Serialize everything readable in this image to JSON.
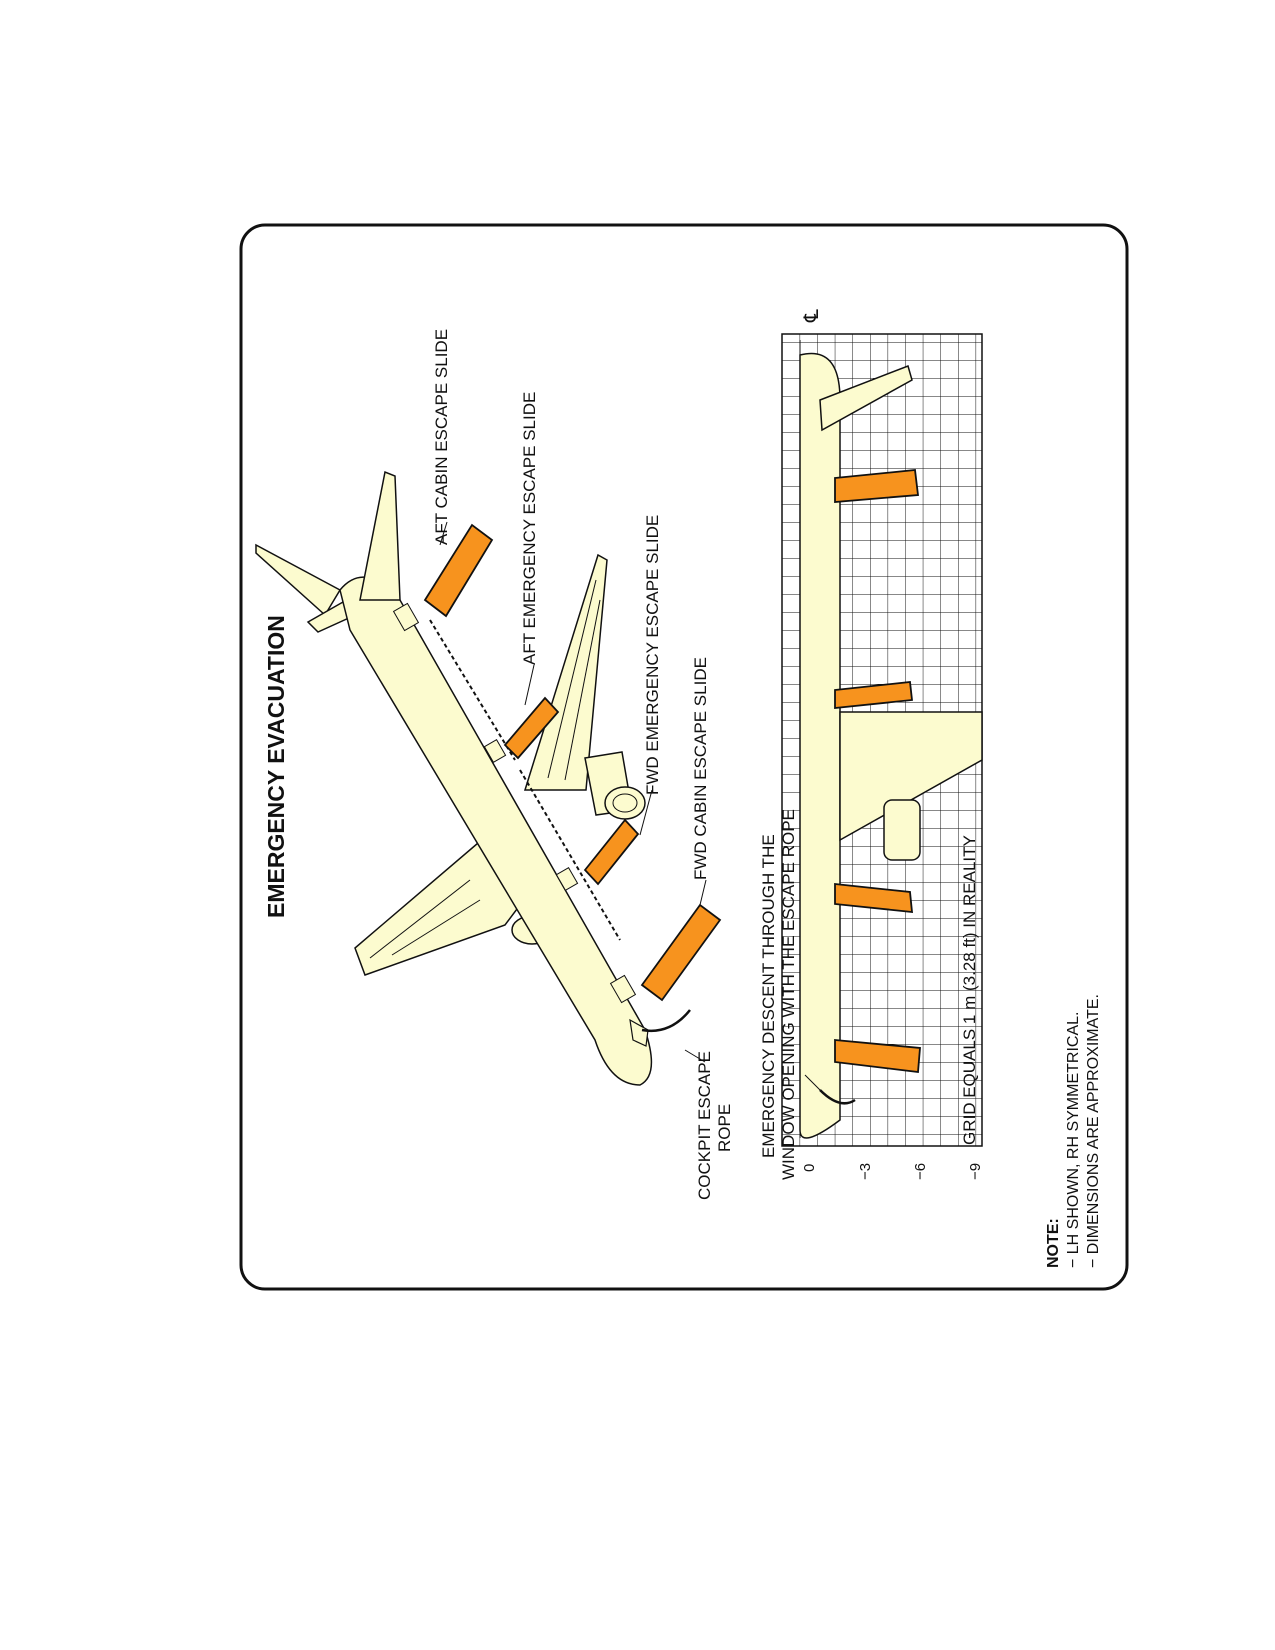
{
  "figure": {
    "title": "EMERGENCY EVACUATION",
    "labels": {
      "aft_cabin_slide": "AFT CABIN ESCAPE SLIDE",
      "aft_emergency_slide": "AFT EMERGENCY ESCAPE SLIDE",
      "fwd_emergency_slide": "FWD EMERGENCY ESCAPE SLIDE",
      "fwd_cabin_slide": "FWD CABIN ESCAPE SLIDE",
      "cockpit_rope_line1": "COCKPIT ESCAPE",
      "cockpit_rope_line2": "ROPE",
      "window_descent_line1": "EMERGENCY DESCENT THROUGH THE",
      "window_descent_line2": "WINDOW OPENING WITH THE ESCAPE ROPE",
      "grid_scale": "GRID EQUALS 1 m (3.28 ft) IN REALITY"
    },
    "axis_ticks": [
      "0",
      "−3",
      "−6",
      "−9"
    ],
    "centerline_symbol": "℄",
    "note": {
      "heading": "NOTE:",
      "line1": "− LH SHOWN, RH SYMMETRICAL.",
      "line2": "− DIMENSIONS ARE APPROXIMATE."
    },
    "colors": {
      "airframe": "#FCFBCF",
      "slide": "#F7931E",
      "outline": "#111111"
    }
  }
}
